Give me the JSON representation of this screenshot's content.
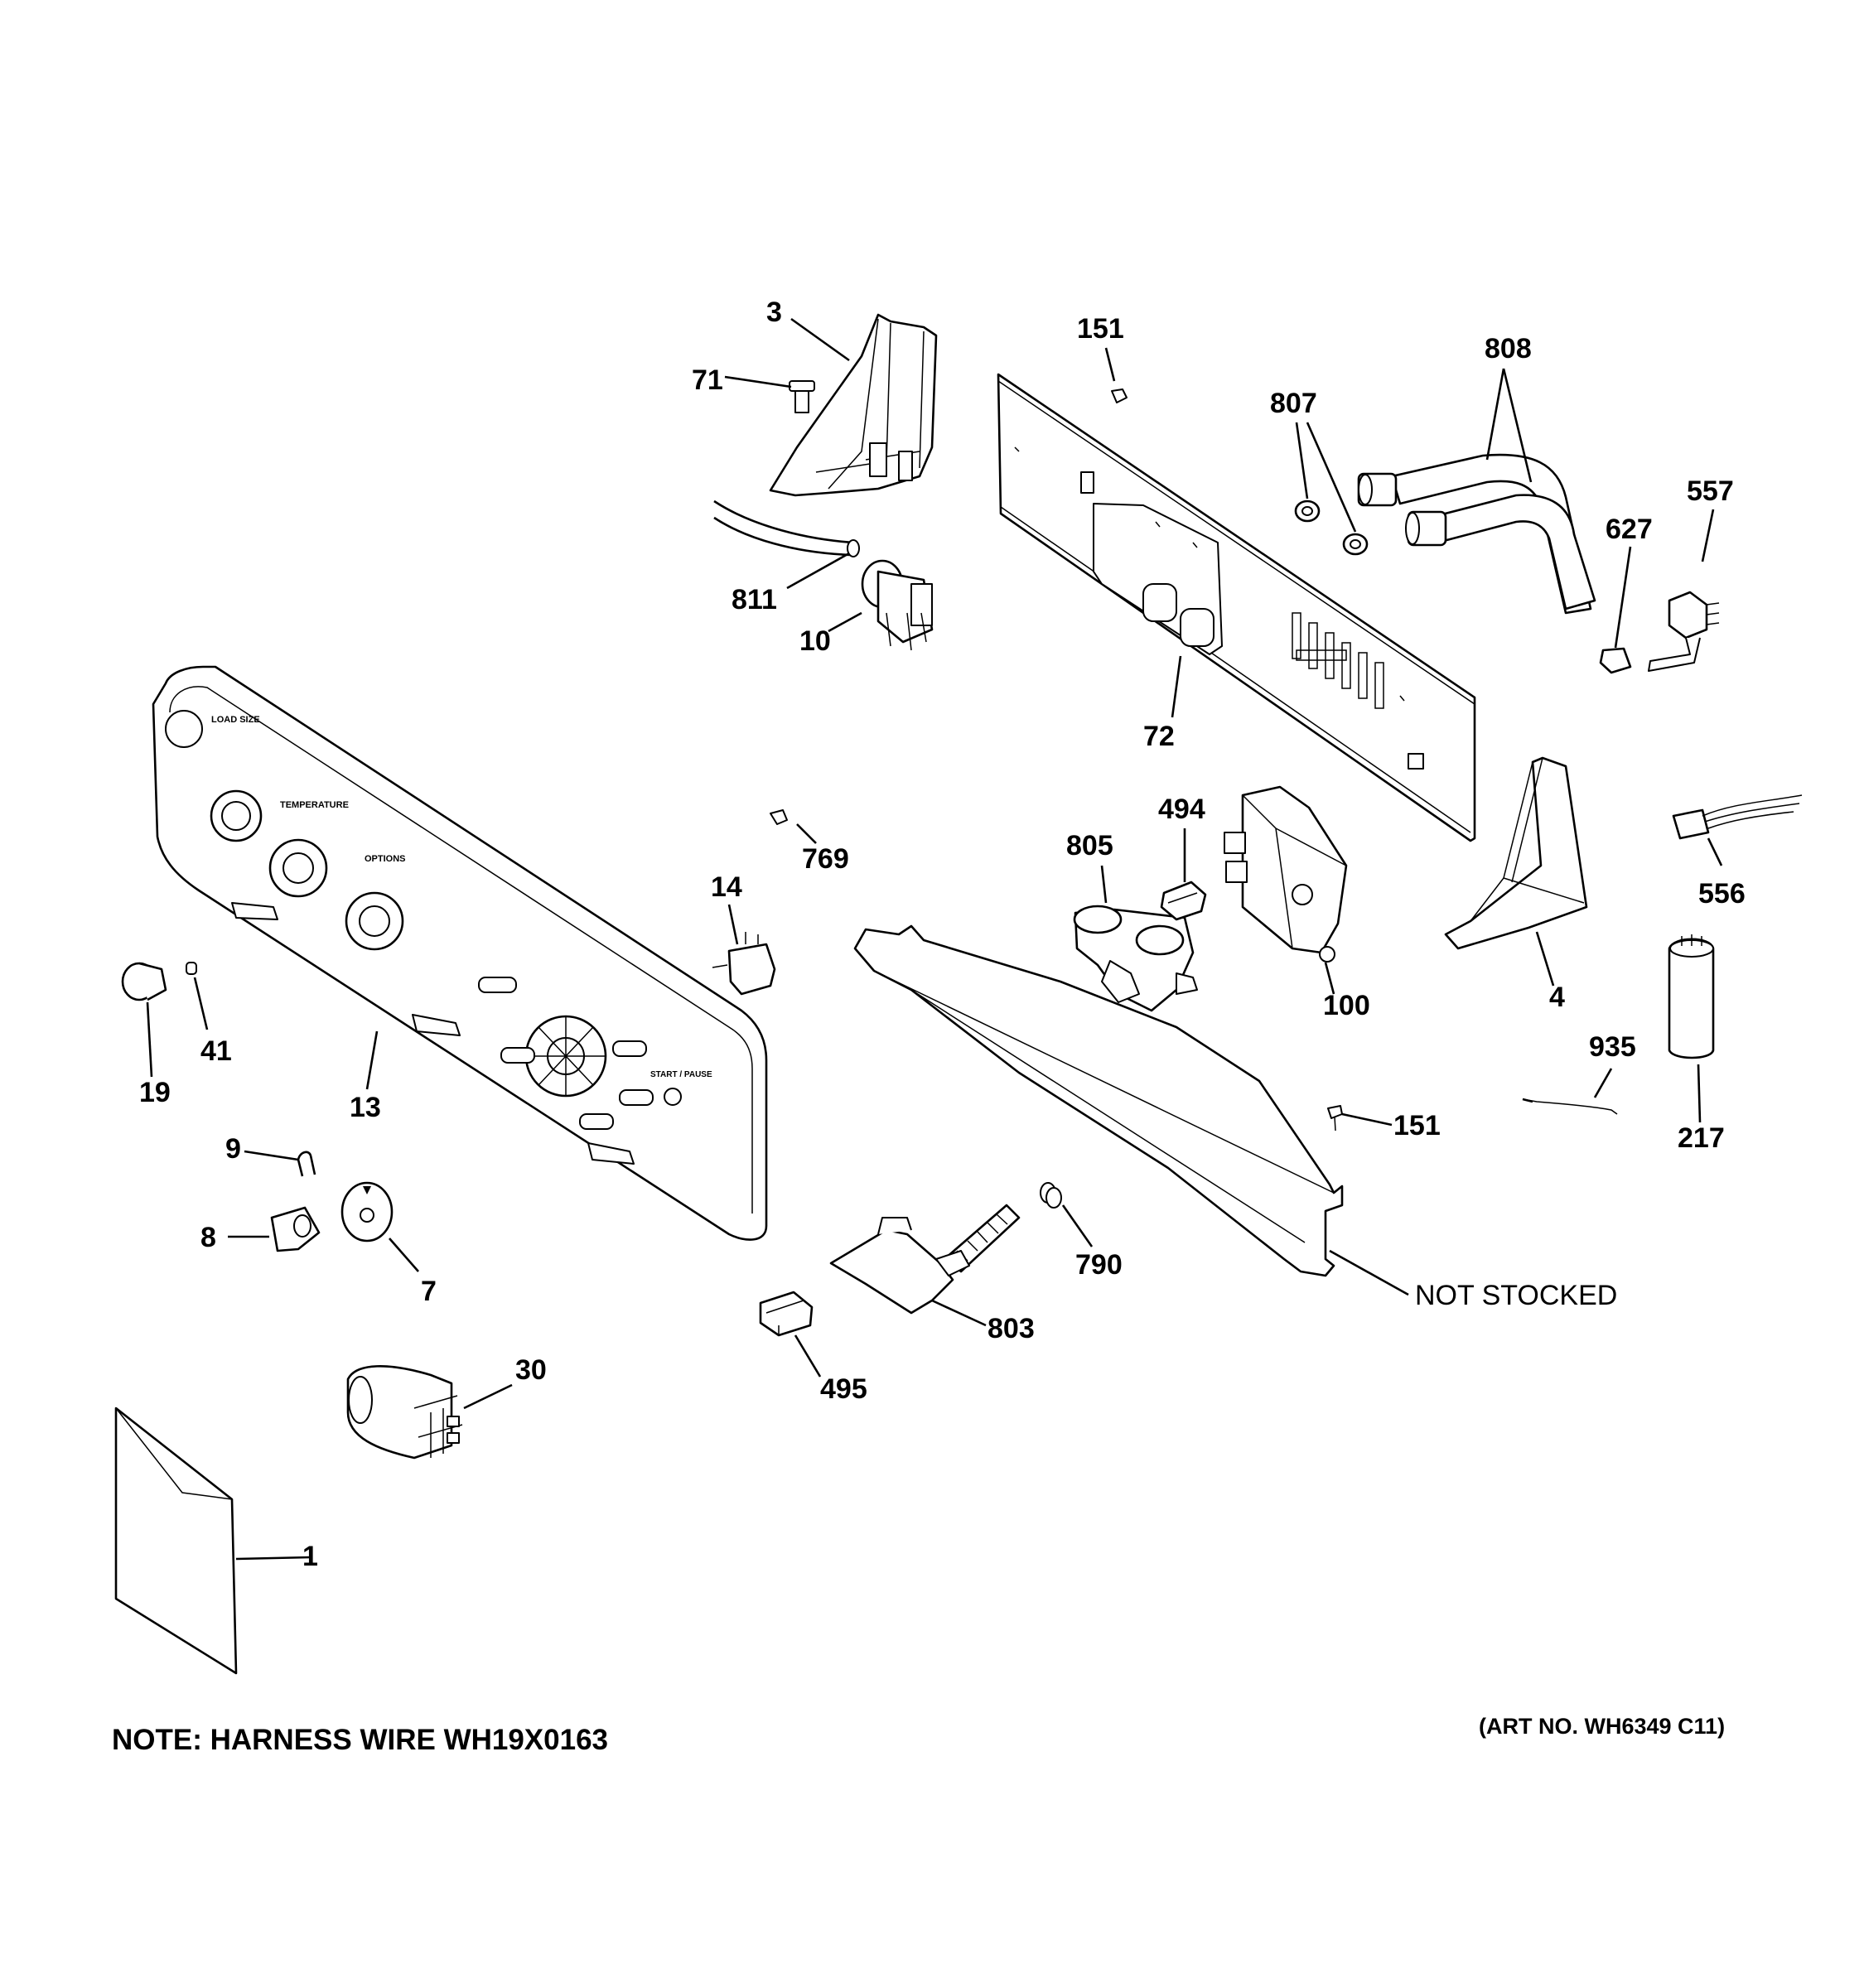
{
  "callouts": {
    "c1": "1",
    "c3": "3",
    "c4": "4",
    "c7": "7",
    "c8": "8",
    "c9": "9",
    "c10": "10",
    "c13": "13",
    "c14": "14",
    "c19": "19",
    "c30": "30",
    "c41": "41",
    "c71": "71",
    "c72": "72",
    "c100": "100",
    "c151a": "151",
    "c151b": "151",
    "c217": "217",
    "c494": "494",
    "c495": "495",
    "c556": "556",
    "c557": "557",
    "c627": "627",
    "c769": "769",
    "c790": "790",
    "c803": "803",
    "c805": "805",
    "c807": "807",
    "c808": "808",
    "c811": "811",
    "c935": "935",
    "not_stocked": "NOT STOCKED"
  },
  "footer": {
    "note": "NOTE: HARNESS WIRE WH19X0163",
    "art_no": "(ART NO. WH6349 C11)"
  }
}
